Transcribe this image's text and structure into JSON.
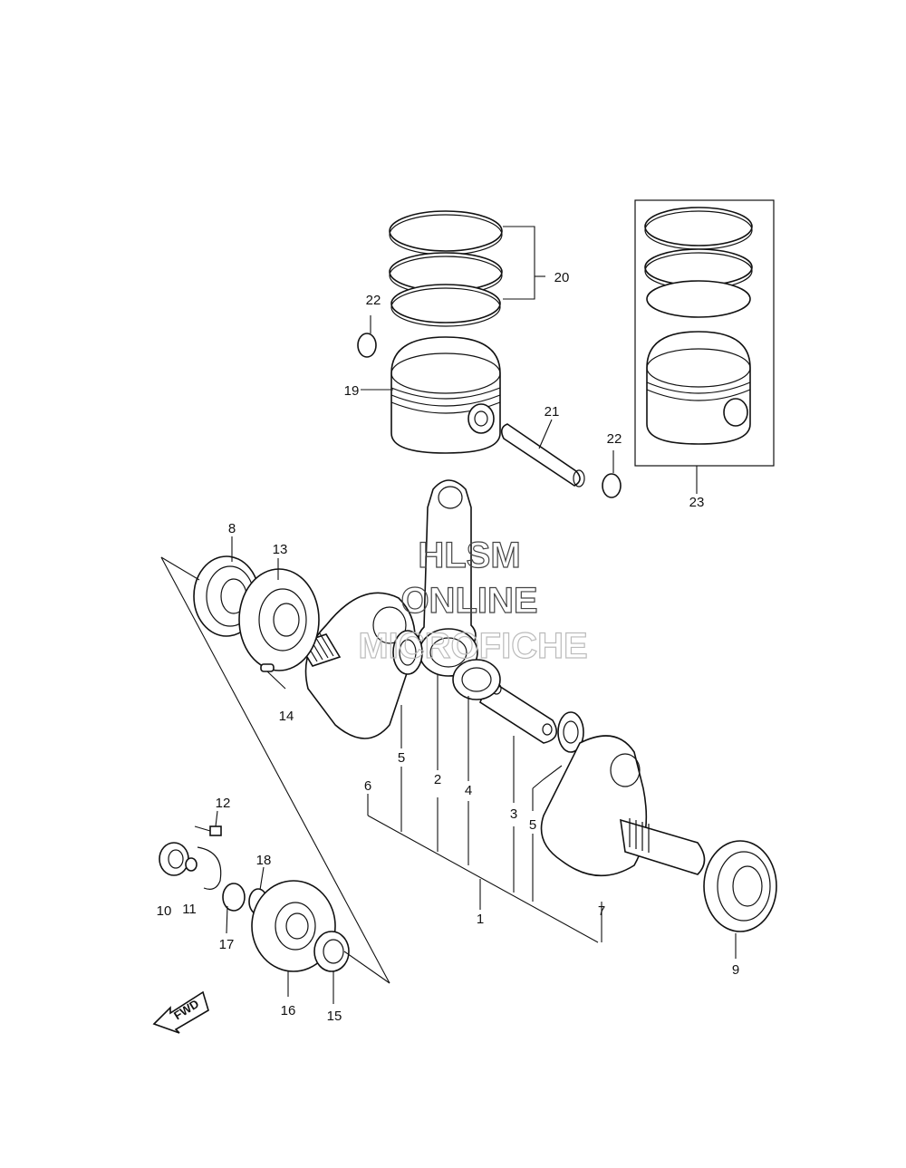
{
  "watermark": {
    "line1": "HLSM",
    "line2": "ONLINE",
    "line3": "MICROFICHE"
  },
  "direction_label": "FWD",
  "callouts": {
    "c1": "1",
    "c2": "2",
    "c3": "3",
    "c4": "4",
    "c5a": "5",
    "c5b": "5",
    "c6": "6",
    "c7": "7",
    "c8": "8",
    "c9": "9",
    "c10": "10",
    "c11": "11",
    "c12": "12",
    "c13": "13",
    "c14": "14",
    "c15": "15",
    "c16": "16",
    "c17": "17",
    "c18": "18",
    "c19": "19",
    "c20": "20",
    "c21": "21",
    "c22a": "22",
    "c22b": "22",
    "c23": "23"
  }
}
